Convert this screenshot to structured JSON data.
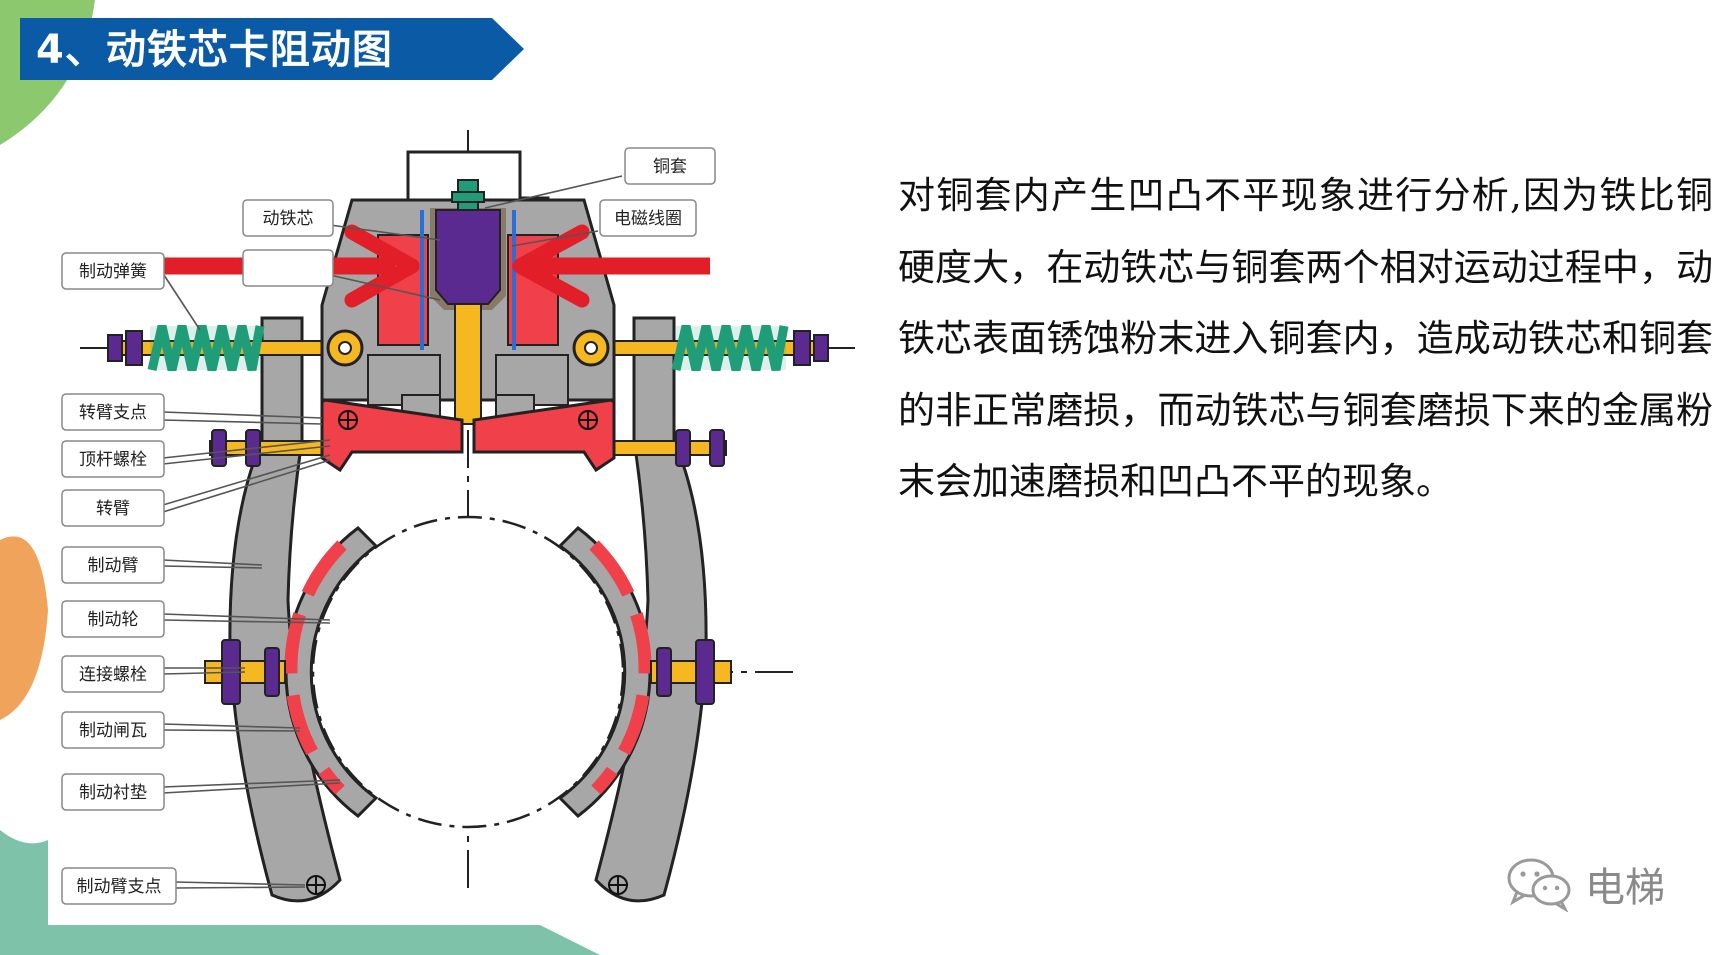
{
  "title": "4、动铁芯卡阻动图",
  "paragraph": "对铜套内产生凹凸不平现象进行分析,因为铁比铜硬度大，在动铁芯与铜套两个相对运动过程中，动铁芯表面锈蚀粉末进入铜套内，造成动铁芯和铜套的非正常磨损，而动铁芯与铜套磨损下来的金属粉末会加速磨损和凹凸不平的现象。",
  "labels": {
    "copper_sleeve": "铜套",
    "moving_core": "动铁芯",
    "coil": "电磁线圈",
    "spring": "制动弹簧",
    "pivot_arm_pin": "转臂支点",
    "push_bolt": "顶杆螺栓",
    "pivot_arm": "转臂",
    "brake_arm": "制动臂",
    "brake_wheel": "制动轮",
    "link_bolt": "连接螺栓",
    "brake_shoe": "制动闸瓦",
    "brake_lining": "制动衬垫",
    "brake_arm_pivot": "制动臂支点"
  },
  "brand": {
    "icon": "wechat-icon",
    "text": "电梯"
  },
  "colors": {
    "title_bar": "#0a5aa5",
    "accent_green": "#8cc86e",
    "accent_orange": "#f0a35a",
    "accent_teal": "#7ec2aa",
    "lining_red": "#f0404a",
    "arrow_red": "#e21e28",
    "core_purple": "#5a2a90",
    "rod_yellow": "#f5b820",
    "spring_green": "#1f9c78",
    "frame_grey": "#a7a7a7"
  }
}
